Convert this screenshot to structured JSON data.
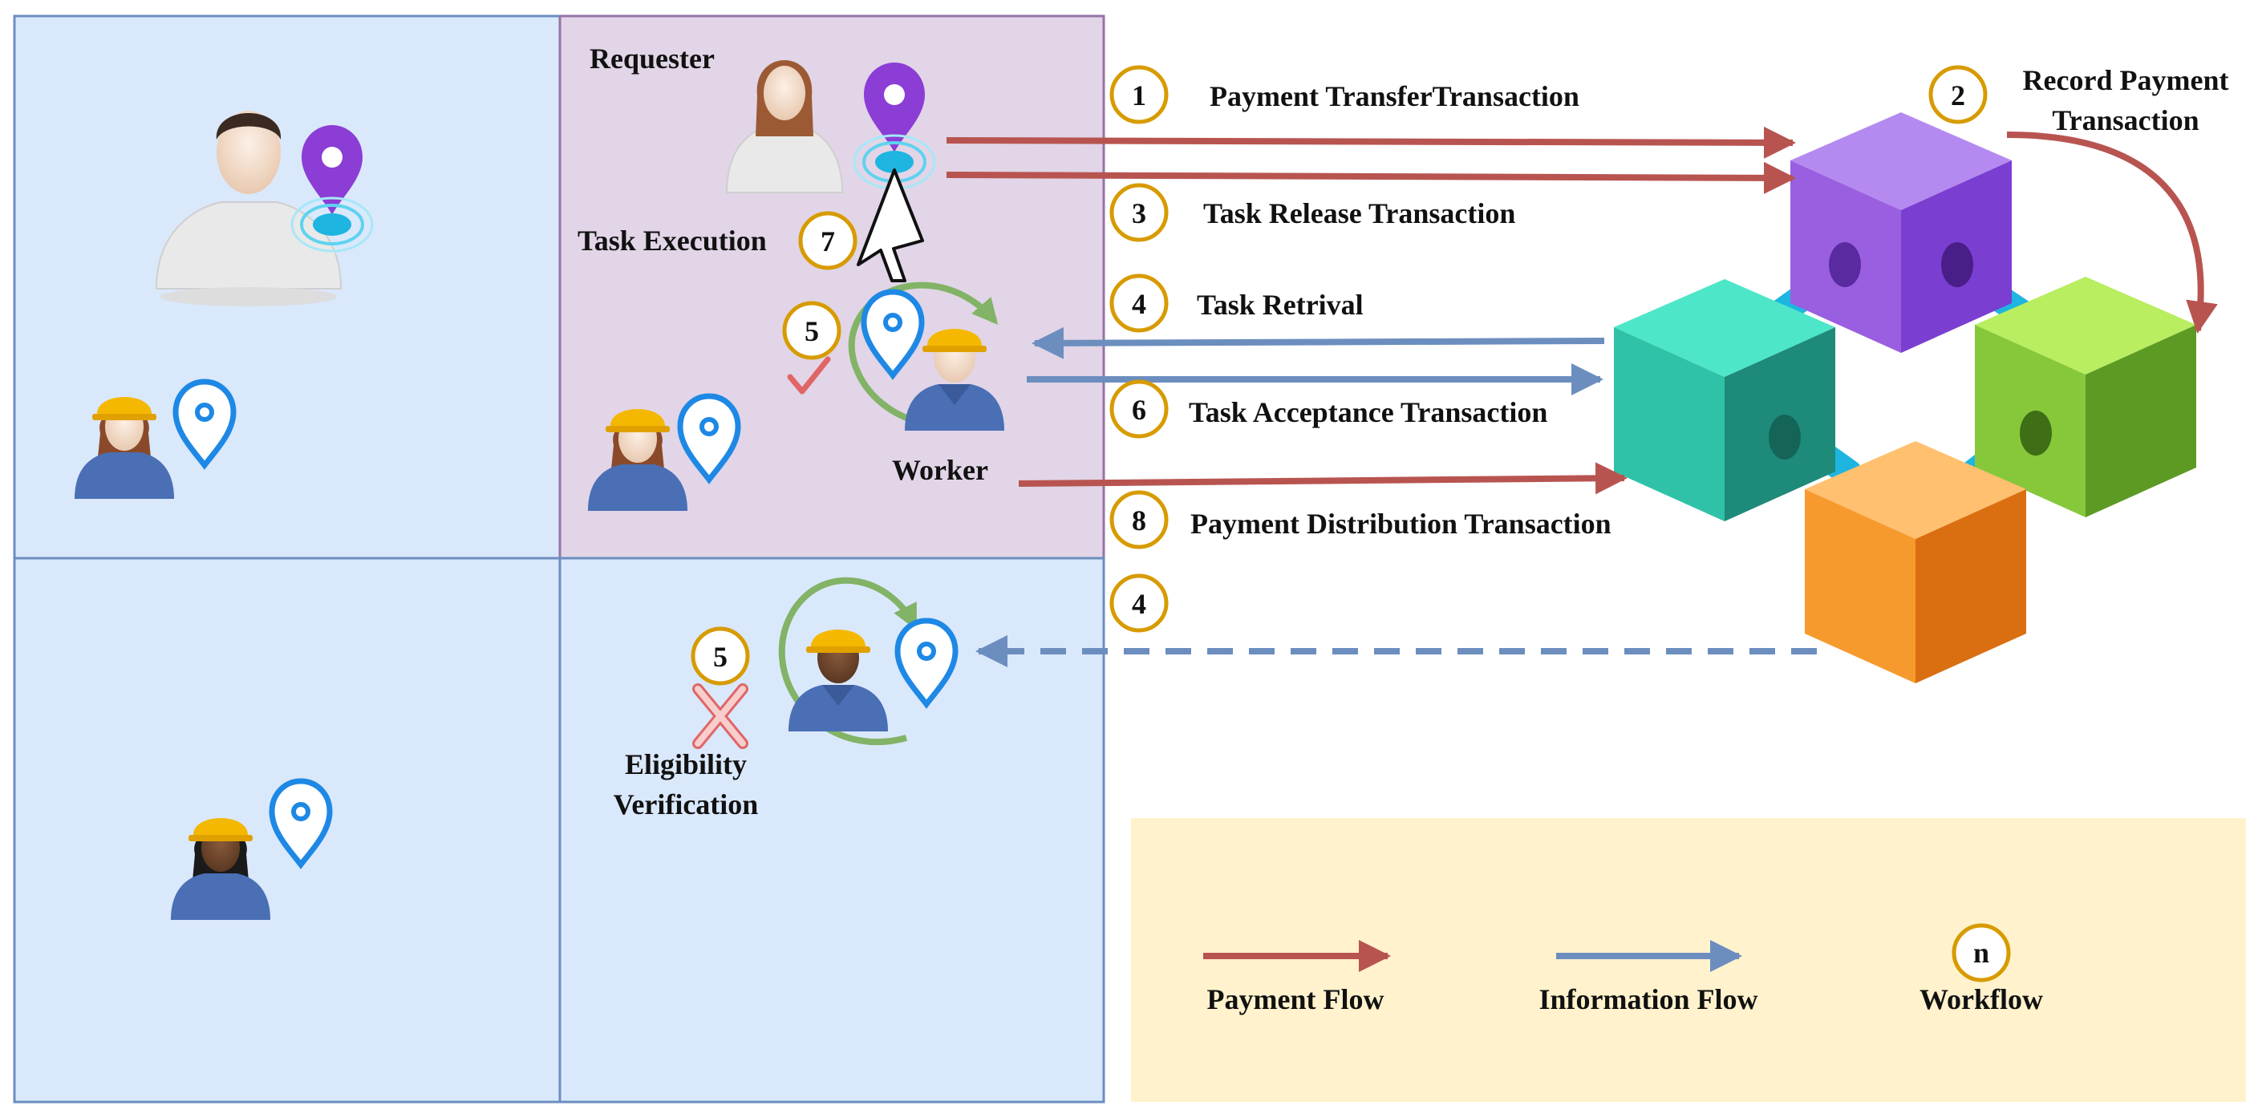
{
  "diagram": {
    "colors": {
      "zone_fill": "#dae8fc",
      "zone_border": "#6c8ebf",
      "active_zone_fill": "#e1d5e7",
      "active_zone_border": "#9673a6",
      "legend_fill": "#fff2cc",
      "payment_flow": "#b85450",
      "information_flow": "#6c8ebf",
      "workflow_badge_border": "#d79b00",
      "workflow_badge_fill": "#ffffff",
      "success_check": "#e06666",
      "reject_cross": "#f8cecc",
      "loop_arrow": "#82b366",
      "pin_purple": "#8b3dd6",
      "pin_blue": "#1e88e5"
    },
    "actors": {
      "requester_label": "Requester",
      "worker_label": "Worker",
      "task_execution_label": "Task Execution",
      "eligibility_line1": "Eligibility",
      "eligibility_line2": "Verification"
    },
    "steps": [
      {
        "n": "1",
        "label": "Payment TransferTransaction",
        "flow": "payment"
      },
      {
        "n": "2",
        "label_line1": "Record Payment",
        "label_line2": "Transaction",
        "flow": "payment"
      },
      {
        "n": "3",
        "label": "Task Release Transaction",
        "flow": "payment"
      },
      {
        "n": "4",
        "label": "Task Retrival",
        "flow": "information"
      },
      {
        "n": "6",
        "label": "Task Acceptance Transaction",
        "flow": "information"
      },
      {
        "n": "8",
        "label": "Payment Distribution Transaction",
        "flow": "payment"
      },
      {
        "n": "4",
        "label": "",
        "flow": "information"
      }
    ],
    "badges": {
      "task_execution": "7",
      "worker_check": "5",
      "eligibility": "5"
    },
    "legend": {
      "payment_flow": "Payment Flow",
      "information_flow": "Information Flow",
      "workflow_symbol": "n",
      "workflow": "Workflow"
    },
    "icons": [
      "person-icon",
      "worker-icon",
      "location-pin-icon",
      "blockchain-icon",
      "checkmark-icon",
      "cross-icon",
      "loop-arrow-icon",
      "cursor-icon"
    ]
  }
}
